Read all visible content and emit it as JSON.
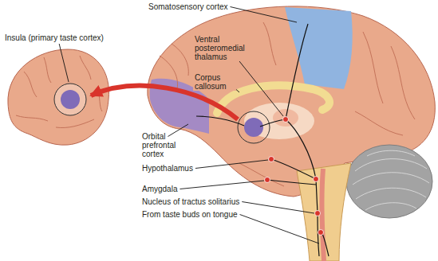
{
  "diagram": {
    "labels": [
      "Somatosensory cortex",
      "Ventral posteromedial thalamus",
      "Insula (primary taste cortex)",
      "Corpus callosum",
      "Orbital prefrontal cortex",
      "Hypothalamus",
      "Amygdala",
      "Nucleus of tractus solitarius",
      "From taste buds on tongue"
    ]
  }
}
